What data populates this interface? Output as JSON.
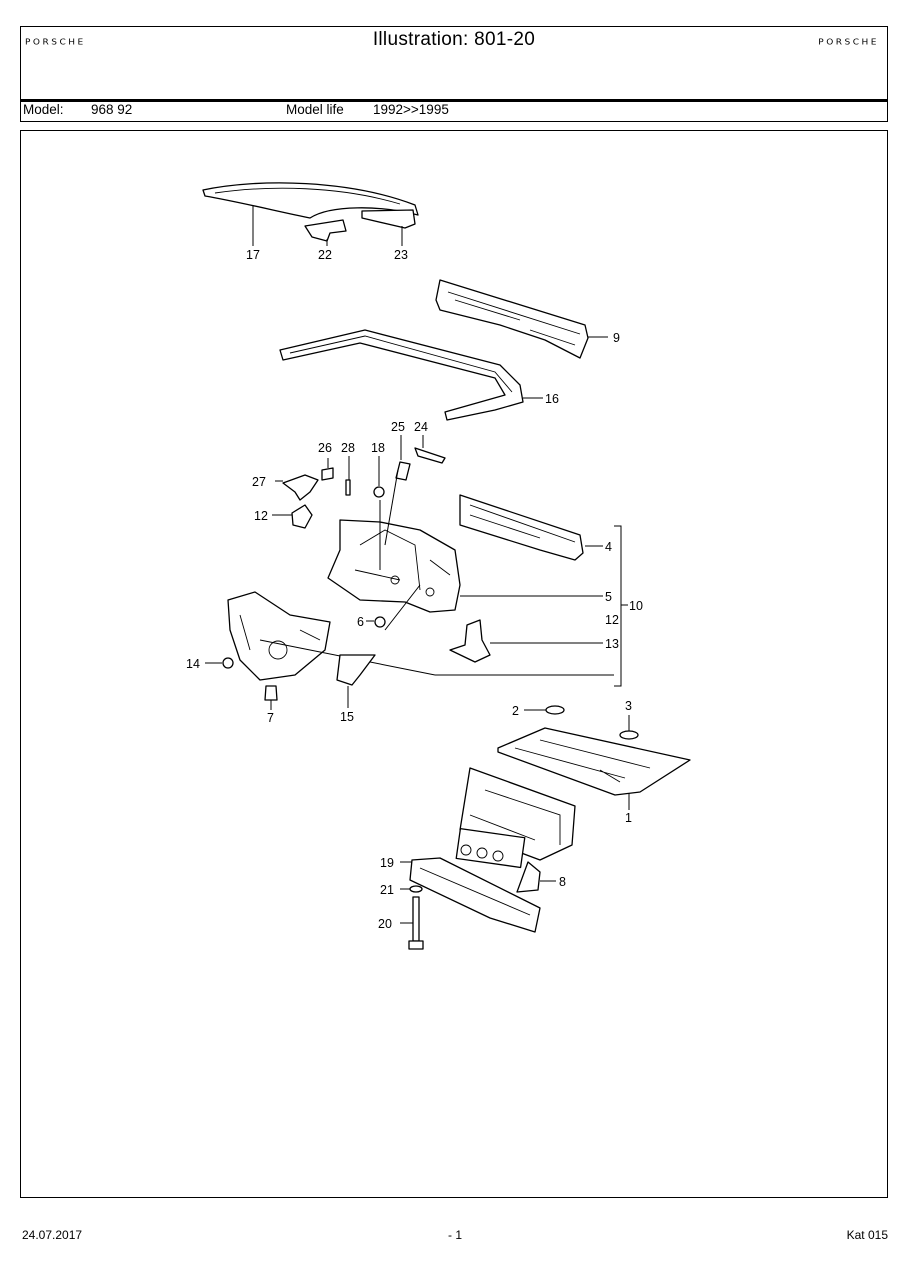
{
  "header": {
    "title": "Illustration: 801-20",
    "logo_left": "PORSCHE",
    "logo_right": "PORSCHE",
    "model_label": "Model:",
    "model_value": "968 92",
    "model_life_label": "Model life",
    "model_life_value": "1992>>1995"
  },
  "diagram": {
    "callouts": {
      "c1": "1",
      "c2": "2",
      "c3": "3",
      "c4": "4",
      "c5": "5",
      "c6": "6",
      "c7": "7",
      "c8": "8",
      "c9": "9",
      "c10": "10",
      "c12a": "12",
      "c12b": "12",
      "c13": "13",
      "c14": "14",
      "c15": "15",
      "c16": "16",
      "c17": "17",
      "c18": "18",
      "c19": "19",
      "c20": "20",
      "c21": "21",
      "c22": "22",
      "c23": "23",
      "c24": "24",
      "c25": "25",
      "c26": "26",
      "c27": "27",
      "c28": "28"
    }
  },
  "footer": {
    "date": "24.07.2017",
    "page": "- 1",
    "catalog": "Kat 015"
  }
}
